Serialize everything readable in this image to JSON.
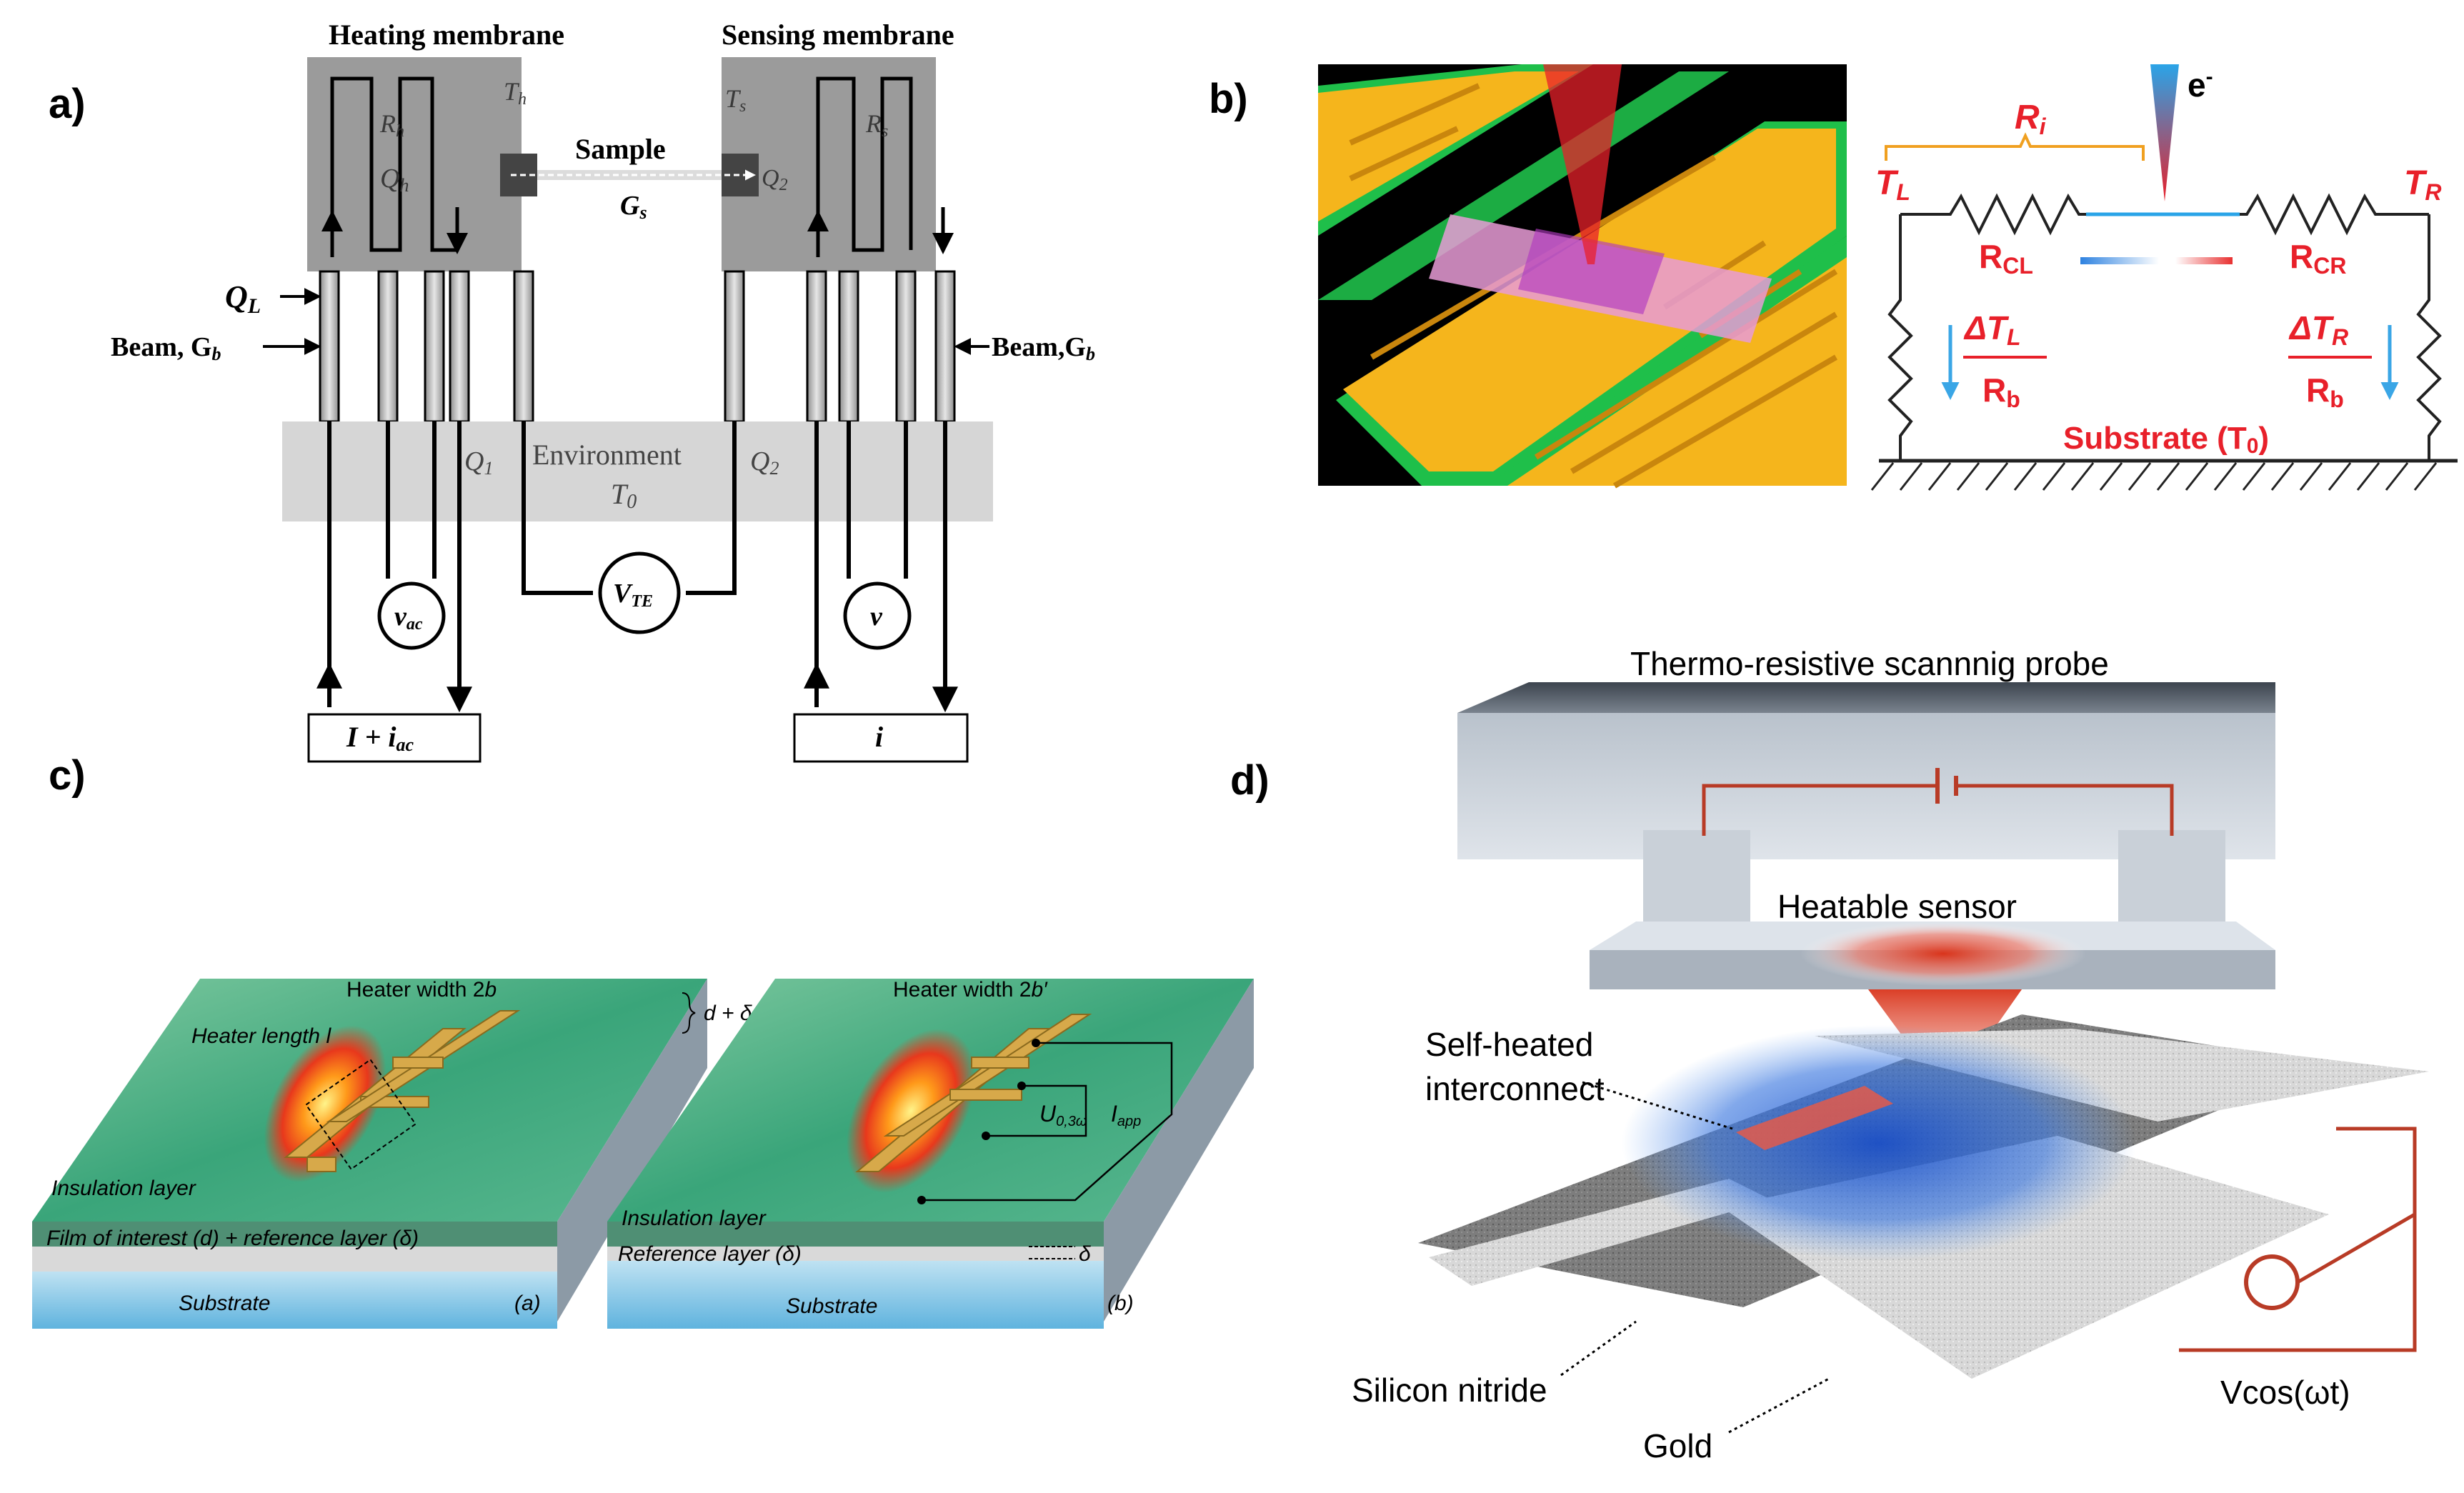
{
  "panel_labels": {
    "a": "a)",
    "b": "b)",
    "c": "c)",
    "d": "d)"
  },
  "panel_a": {
    "heating_membrane": "Heating membrane",
    "sensing_membrane": "Sensing membrane",
    "sample": "Sample",
    "t_h": "T",
    "t_h_sub": "h",
    "t_s": "T",
    "t_s_sub": "s",
    "r_h": "R",
    "r_h_sub": "h",
    "r_s": "R",
    "r_s_sub": "s",
    "q_h": "Q",
    "q_h_sub": "h",
    "q_2_top": "Q",
    "q_2_top_sub": "2",
    "g_s": "G",
    "g_s_sub": "s",
    "q_l": "Q",
    "q_l_sub": "L",
    "beam_left": "Beam, G",
    "beam_left_sub": "b",
    "beam_right": "Beam,G",
    "beam_right_sub": "b",
    "q_1": "Q",
    "q_1_sub": "1",
    "q_2": "Q",
    "q_2_sub": "2",
    "environment": "Environment",
    "t_0": "T",
    "t_0_sub": "0",
    "v_ac": "v",
    "v_ac_sub": "ac",
    "v_te": "V",
    "v_te_sub": "TE",
    "v": "v",
    "source_left": "I + i",
    "source_left_sub": "ac",
    "source_right": "i"
  },
  "panel_b": {
    "e_minus": "e",
    "e_sup": "-",
    "r_i": "R",
    "r_i_sub": "i",
    "t_l": "T",
    "t_l_sub": "L",
    "t_r": "T",
    "t_r_sub": "R",
    "r_cl": "R",
    "r_cl_sub": "CL",
    "r_cr": "R",
    "r_cr_sub": "CR",
    "dt_l": "ΔT",
    "dt_l_sub": "L",
    "dt_r": "ΔT",
    "dt_r_sub": "R",
    "r_b_left": "R",
    "r_b_left_sub": "b",
    "r_b_right": "R",
    "r_b_right_sub": "b",
    "substrate": "Substrate (T",
    "substrate_sub": "0",
    "substrate_close": ")"
  },
  "panel_c": {
    "heater_width_a": "Heater width 2",
    "heater_width_a_var": "b",
    "heater_length": "Heater length ",
    "heater_length_var": "l",
    "d_delta": "d + δ",
    "insulation_a": "Insulation layer",
    "film": "Film of interest (d) + reference layer (δ)",
    "substrate_a": "Substrate",
    "tag_a": "(a)",
    "heater_width_b": "Heater width 2",
    "heater_width_b_var": "b′",
    "u_label": "U",
    "u_sub": "0,3ω",
    "i_label": "I",
    "i_sub": "app",
    "insulation_b": "Insulation layer",
    "reference": "Reference layer (δ)",
    "delta": "δ",
    "substrate_b": "Substrate",
    "tag_b": "(b)"
  },
  "panel_d": {
    "probe": "Thermo-resistive scannnig probe",
    "heatable": "Heatable sensor",
    "self_heated_1": "Self-heated",
    "self_heated_2": "interconnect",
    "silicon_nitride": "Silicon nitride",
    "gold": "Gold",
    "vcos": "Vcos(ωt)"
  },
  "colors": {
    "membrane_gray": "#9b9b9b",
    "environment_gray": "#d6d6d6",
    "electrode_orange": "#f5b51c",
    "electrode_green": "#1fbf4a",
    "sample_pink": "#e79bd6",
    "label_red": "#e8202a",
    "bracket_orange": "#f0a020",
    "resistor_blue": "#2e9be0",
    "probe_gray": "#c5ccd4",
    "wire_red": "#b83b26",
    "heat_red": "#d9341b",
    "hot_blue": "#1a4fc8"
  }
}
